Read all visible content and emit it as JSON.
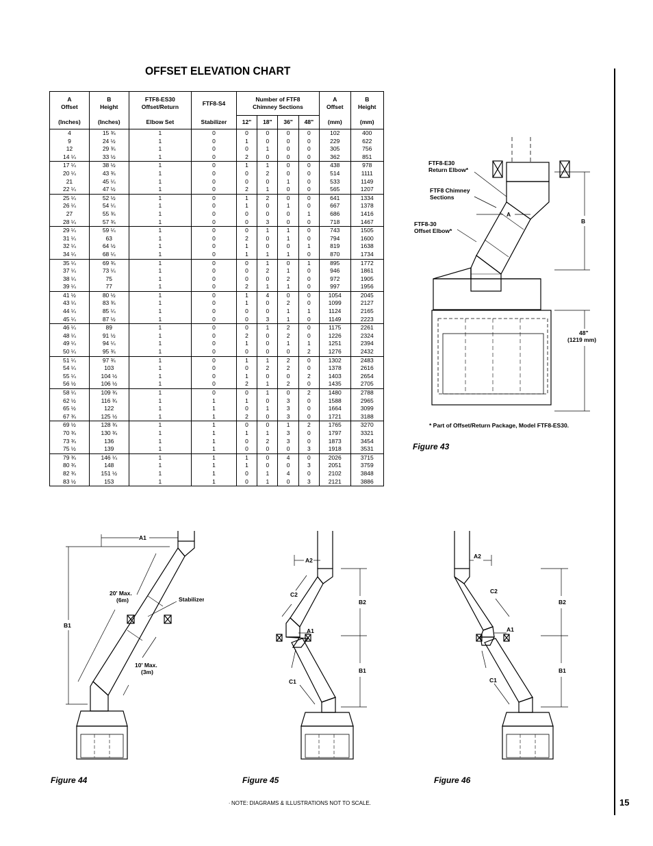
{
  "title": "OFFSET ELEVATION CHART",
  "table": {
    "headers": {
      "a_offset": [
        "A",
        "Offset"
      ],
      "b_height": [
        "B",
        "Height"
      ],
      "es30": [
        "FTF8-ES30",
        "Offset/Return"
      ],
      "s4": "FTF8-S4",
      "num": [
        "Number of FTF8",
        "Chimney Sections"
      ],
      "a_mm": [
        "A",
        "Offset"
      ],
      "b_mm": [
        "B",
        "Height"
      ]
    },
    "subheaders": [
      "(Inches)",
      "(Inches)",
      "Elbow Set",
      "Stabilizer",
      "12\"",
      "18\"",
      "36\"",
      "48\"",
      "(mm)",
      "(mm)"
    ],
    "rows": [
      [
        "4",
        "15 ¾",
        "1",
        "0",
        "0",
        "0",
        "0",
        "0",
        "102",
        "400"
      ],
      [
        "9",
        "24 ½",
        "1",
        "0",
        "1",
        "0",
        "0",
        "0",
        "229",
        "622"
      ],
      [
        "12",
        "29 ¾",
        "1",
        "0",
        "0",
        "1",
        "0",
        "0",
        "305",
        "756"
      ],
      [
        "14 ¼",
        "33 ½",
        "1",
        "0",
        "2",
        "0",
        "0",
        "0",
        "362",
        "851"
      ],
      [
        "17 ¼",
        "38 ½",
        "1",
        "0",
        "1",
        "1",
        "0",
        "0",
        "438",
        "978"
      ],
      [
        "20 ¼",
        "43 ¾",
        "1",
        "0",
        "0",
        "2",
        "0",
        "0",
        "514",
        "1111"
      ],
      [
        "21",
        "45 ¼",
        "1",
        "0",
        "0",
        "0",
        "1",
        "0",
        "533",
        "1149"
      ],
      [
        "22 ¼",
        "47 ½",
        "1",
        "0",
        "2",
        "1",
        "0",
        "0",
        "565",
        "1207"
      ],
      [
        "25 ¼",
        "52 ½",
        "1",
        "0",
        "1",
        "2",
        "0",
        "0",
        "641",
        "1334"
      ],
      [
        "26 ¼",
        "54 ¼",
        "1",
        "0",
        "1",
        "0",
        "1",
        "0",
        "667",
        "1378"
      ],
      [
        "27",
        "55 ¾",
        "1",
        "0",
        "0",
        "0",
        "0",
        "1",
        "686",
        "1416"
      ],
      [
        "28 ¼",
        "57 ¾",
        "1",
        "0",
        "0",
        "3",
        "0",
        "0",
        "718",
        "1467"
      ],
      [
        "29 ¼",
        "59 ¼",
        "1",
        "0",
        "0",
        "1",
        "1",
        "0",
        "743",
        "1505"
      ],
      [
        "31 ¼",
        "63",
        "1",
        "0",
        "2",
        "0",
        "1",
        "0",
        "794",
        "1600"
      ],
      [
        "32 ¼",
        "64 ½",
        "1",
        "0",
        "1",
        "0",
        "0",
        "1",
        "819",
        "1638"
      ],
      [
        "34 ¼",
        "68 ¼",
        "1",
        "0",
        "1",
        "1",
        "1",
        "0",
        "870",
        "1734"
      ],
      [
        "35 ¼",
        "69 ¾",
        "1",
        "0",
        "0",
        "1",
        "0",
        "1",
        "895",
        "1772"
      ],
      [
        "37 ¼",
        "73 ¼",
        "1",
        "0",
        "0",
        "2",
        "1",
        "0",
        "946",
        "1861"
      ],
      [
        "38 ¼",
        "75",
        "1",
        "0",
        "0",
        "0",
        "2",
        "0",
        "972",
        "1905"
      ],
      [
        "39 ¼",
        "77",
        "1",
        "0",
        "2",
        "1",
        "1",
        "0",
        "997",
        "1956"
      ],
      [
        "41 ½",
        "80 ½",
        "1",
        "0",
        "1",
        "4",
        "0",
        "0",
        "1054",
        "2045"
      ],
      [
        "43 ¼",
        "83 ¾",
        "1",
        "0",
        "1",
        "0",
        "2",
        "0",
        "1099",
        "2127"
      ],
      [
        "44 ¼",
        "85 ¼",
        "1",
        "0",
        "0",
        "0",
        "1",
        "1",
        "1124",
        "2165"
      ],
      [
        "45 ¼",
        "87 ½",
        "1",
        "0",
        "0",
        "3",
        "1",
        "0",
        "1149",
        "2223"
      ],
      [
        "46 ¼",
        "89",
        "1",
        "0",
        "0",
        "1",
        "2",
        "0",
        "1175",
        "2261"
      ],
      [
        "48 ¼",
        "91 ½",
        "1",
        "0",
        "2",
        "0",
        "2",
        "0",
        "1226",
        "2324"
      ],
      [
        "49 ¼",
        "94 ¼",
        "1",
        "0",
        "1",
        "0",
        "1",
        "1",
        "1251",
        "2394"
      ],
      [
        "50 ¼",
        "95 ¾",
        "1",
        "0",
        "0",
        "0",
        "0",
        "2",
        "1276",
        "2432"
      ],
      [
        "51 ¼",
        "97 ¾",
        "1",
        "0",
        "1",
        "1",
        "2",
        "0",
        "1302",
        "2483"
      ],
      [
        "54 ¼",
        "103",
        "1",
        "0",
        "0",
        "2",
        "2",
        "0",
        "1378",
        "2616"
      ],
      [
        "55 ¼",
        "104 ½",
        "1",
        "0",
        "1",
        "0",
        "0",
        "2",
        "1403",
        "2654"
      ],
      [
        "56 ½",
        "106 ½",
        "1",
        "0",
        "2",
        "1",
        "2",
        "0",
        "1435",
        "2705"
      ],
      [
        "58 ¼",
        "109 ¾",
        "1",
        "0",
        "0",
        "1",
        "0",
        "2",
        "1480",
        "2788"
      ],
      [
        "62 ½",
        "116 ¾",
        "1",
        "1",
        "1",
        "0",
        "3",
        "0",
        "1588",
        "2965"
      ],
      [
        "65 ½",
        "122",
        "1",
        "1",
        "0",
        "1",
        "3",
        "0",
        "1664",
        "3099"
      ],
      [
        "67 ¾",
        "125 ½",
        "1",
        "1",
        "2",
        "0",
        "3",
        "0",
        "1721",
        "3188"
      ],
      [
        "69 ½",
        "128 ¾",
        "1",
        "1",
        "0",
        "0",
        "1",
        "2",
        "1765",
        "3270"
      ],
      [
        "70 ¾",
        "130 ¾",
        "1",
        "1",
        "1",
        "1",
        "3",
        "0",
        "1797",
        "3321"
      ],
      [
        "73 ¾",
        "136",
        "1",
        "1",
        "0",
        "2",
        "3",
        "0",
        "1873",
        "3454"
      ],
      [
        "75 ½",
        "139",
        "1",
        "1",
        "0",
        "0",
        "0",
        "3",
        "1918",
        "3531"
      ],
      [
        "79 ¾",
        "146 ¼",
        "1",
        "1",
        "1",
        "0",
        "4",
        "0",
        "2026",
        "3715"
      ],
      [
        "80 ¾",
        "148",
        "1",
        "1",
        "1",
        "0",
        "0",
        "3",
        "2051",
        "3759"
      ],
      [
        "82 ¾",
        "151 ½",
        "1",
        "1",
        "0",
        "1",
        "4",
        "0",
        "2102",
        "3848"
      ],
      [
        "83 ½",
        "153",
        "1",
        "1",
        "0",
        "1",
        "0",
        "3",
        "2121",
        "3886"
      ]
    ]
  },
  "fig43": {
    "label_e30": [
      "FTF8-E30",
      "Return Elbow*"
    ],
    "label_chimney": [
      "FTF8 Chimney",
      "Sections"
    ],
    "label_offset": [
      "FTF8-30",
      "Offset Elbow*"
    ],
    "dim_a": "A",
    "dim_b": "B",
    "dim_48": [
      "48\"",
      "(1219 mm)"
    ],
    "footnote": "* Part of Offset/Return Package, Model FTF8-ES30.",
    "caption": "Figure 43"
  },
  "fig44": {
    "a1": "A1",
    "b1": "B1",
    "max20": [
      "20' Max.",
      "(6m)"
    ],
    "stabilizer": "Stabilizer",
    "max10": [
      "10' Max.",
      "(3m)"
    ],
    "caption": "Figure 44"
  },
  "fig45": {
    "a2": "A2",
    "c2": "C2",
    "b2": "B2",
    "a1": "A1",
    "b1": "B1",
    "c1": "C1",
    "caption": "Figure 45"
  },
  "fig46": {
    "a2": "A2",
    "c2": "C2",
    "b2": "B2",
    "a1": "A1",
    "b1": "B1",
    "c1": "C1",
    "caption": "Figure 46"
  },
  "footer": {
    "dot": ".",
    "note": "NOTE: DIAGRAMS & ILLUSTRATIONS NOT TO SCALE.",
    "page": "15"
  }
}
